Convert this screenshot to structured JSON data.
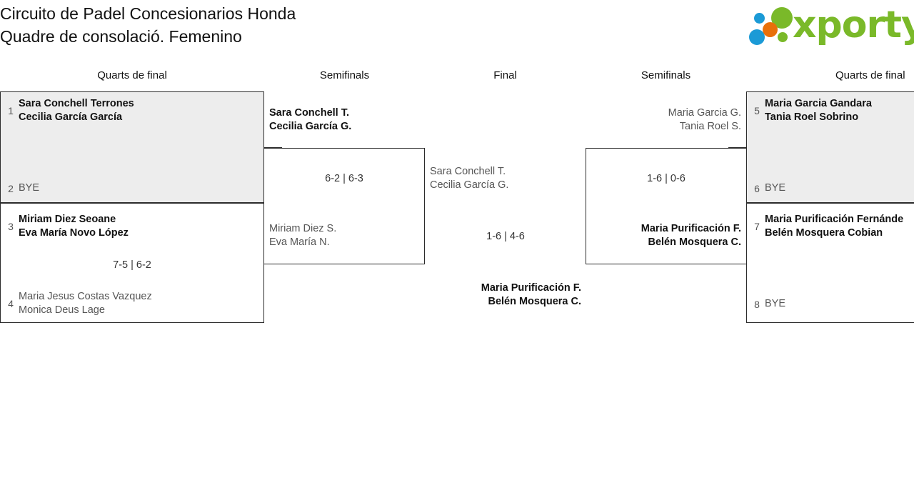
{
  "header": {
    "title_line1": "Circuito de Padel Concesionarios Honda",
    "title_line2": "Quadre de consolació. Femenino",
    "logo_word": "xporty",
    "logo_colors": {
      "green": "#7ab929",
      "blue": "#1b9ad6",
      "orange": "#e8700a"
    }
  },
  "rounds": {
    "qf_left": "Quarts de final",
    "sf_left": "Semifinals",
    "final": "Final",
    "sf_right": "Semifinals",
    "qf_right": "Quarts de final"
  },
  "bracket": {
    "qf_left": [
      {
        "top": {
          "seed": "1",
          "line1": "Sara Conchell Terrones",
          "line2": "Cecilia García García",
          "result": "winner"
        },
        "bottom": {
          "seed": "2",
          "line1": "BYE",
          "line2": "",
          "result": "loser"
        },
        "score": ""
      },
      {
        "top": {
          "seed": "3",
          "line1": "Miriam Diez Seoane",
          "line2": "Eva María Novo López",
          "result": "winner"
        },
        "bottom": {
          "seed": "4",
          "line1": "Maria Jesus Costas Vazquez",
          "line2": "Monica Deus Lage",
          "result": "loser"
        },
        "score": "7-5 | 6-2"
      }
    ],
    "sf_left": {
      "top": {
        "line1": "Sara Conchell T.",
        "line2": "Cecilia García G.",
        "result": "winner"
      },
      "bottom": {
        "line1": "Miriam Diez S.",
        "line2": "Eva María N.",
        "result": "loser"
      },
      "score": "6-2 | 6-3"
    },
    "final": {
      "top": {
        "line1": "Sara Conchell T.",
        "line2": "Cecilia García G.",
        "result": "loser"
      },
      "bottom": {
        "line1": "Maria Purificación F.",
        "line2": "Belén Mosquera C.",
        "result": "winner"
      },
      "score": "1-6 | 4-6"
    },
    "sf_right": {
      "top": {
        "line1": "Maria Garcia G.",
        "line2": "Tania Roel S.",
        "result": "loser"
      },
      "bottom": {
        "line1": "Maria Purificación F.",
        "line2": "Belén Mosquera C.",
        "result": "winner"
      },
      "score": "1-6 | 0-6"
    },
    "qf_right": [
      {
        "top": {
          "seed": "5",
          "line1": "Maria Garcia Gandara",
          "line2": "Tania Roel Sobrino",
          "result": "winner"
        },
        "bottom": {
          "seed": "6",
          "line1": "BYE",
          "line2": "",
          "result": "loser"
        },
        "score": ""
      },
      {
        "top": {
          "seed": "7",
          "line1": "Maria Purificación Fernánde",
          "line2": "Belén Mosquera Cobian",
          "result": "winner"
        },
        "bottom": {
          "seed": "8",
          "line1": "BYE",
          "line2": "",
          "result": "loser"
        },
        "score": ""
      }
    ]
  },
  "colors": {
    "shaded_row": "#ededed",
    "border": "#2b2b2b",
    "loser_text": "#555555",
    "winner_text": "#111111"
  }
}
